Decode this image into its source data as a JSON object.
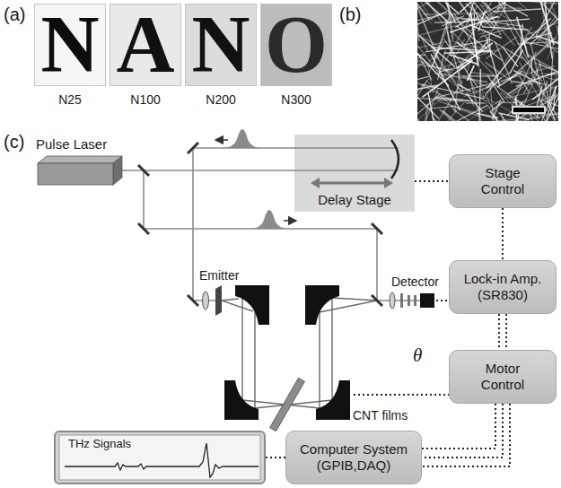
{
  "diagram": {
    "nodes": [
      {
        "text": [
          "N",
          "N25"
        ]
      },
      {
        "text": [
          "A",
          "N100"
        ]
      },
      {
        "text": [
          "N",
          "N200"
        ]
      },
      {
        "text": [
          "O",
          "N300"
        ]
      },
      {
        "text": [
          "Pulse Laser"
        ]
      },
      {
        "text": [
          "Delay Stage"
        ]
      },
      {
        "text": [
          "Stage Control"
        ]
      },
      {
        "text": [
          "Lock-in Amp. (SR830)"
        ]
      },
      {
        "text": [
          "Motor Control"
        ]
      },
      {
        "text": [
          "THz Signals"
        ]
      },
      {
        "text": [
          "Computer System (GPIB,DAQ)"
        ]
      }
    ],
    "edges": [
      {
        "from": 5,
        "to": 6,
        "arrow": "none"
      },
      {
        "from": 6,
        "to": 7,
        "arrow": "none"
      },
      {
        "from": 7,
        "to": 8,
        "arrow": "none"
      },
      {
        "from": 8,
        "to": 10,
        "arrow": "none"
      },
      {
        "from": 10,
        "to": 9,
        "arrow": "none"
      }
    ],
    "labels": [
      "(a)",
      "(b)",
      "(c)",
      "Emitter",
      "Detector",
      "CNT films",
      "θ"
    ]
  }
}
